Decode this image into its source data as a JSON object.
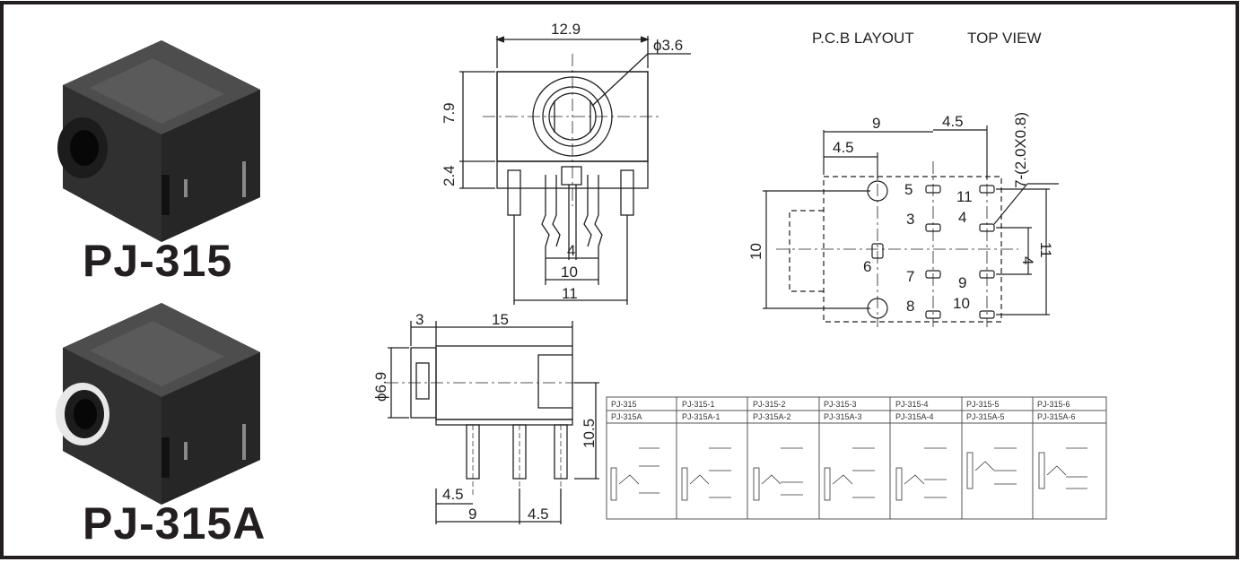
{
  "products": [
    {
      "name": "PJ-315"
    },
    {
      "name": "PJ-315A"
    }
  ],
  "front_view": {
    "width": "12.9",
    "hole_dia": "ϕ3.6",
    "body_height": "7.9",
    "pin_length": "2.4",
    "pin_gap": "4",
    "pin_span_10": "10",
    "pin_span_11": "11"
  },
  "pcb_layout": {
    "title_left": "P.C.B LAYOUT",
    "title_right": "TOP VIEW",
    "dim_9": "9",
    "dim_4_5_top": "4.5",
    "dim_4_5_left": "4.5",
    "slot_spec": "7-(2.0X0.8)",
    "height_10": "10",
    "dim_4_right": "4",
    "dim_11_right": "11",
    "pins": [
      "5",
      "11",
      "3",
      "4",
      "6",
      "7",
      "9",
      "8",
      "10"
    ]
  },
  "side_view": {
    "dim_3": "3",
    "dim_15": "15",
    "dia": "ϕ6.9",
    "height": "10.5",
    "dim_4_5_a": "4.5",
    "dim_9": "9",
    "dim_4_5_b": "4.5"
  },
  "model_table": {
    "row1": [
      "PJ-315",
      "PJ-315-1",
      "PJ-315-2",
      "PJ-315-3",
      "PJ-315-4",
      "PJ-315-5",
      "PJ-315-6"
    ],
    "row2": [
      "PJ-315A",
      "PJ-315A-1",
      "PJ-315A-2",
      "PJ-315A-3",
      "PJ-315A-4",
      "PJ-315A-5",
      "PJ-315A-6"
    ]
  }
}
